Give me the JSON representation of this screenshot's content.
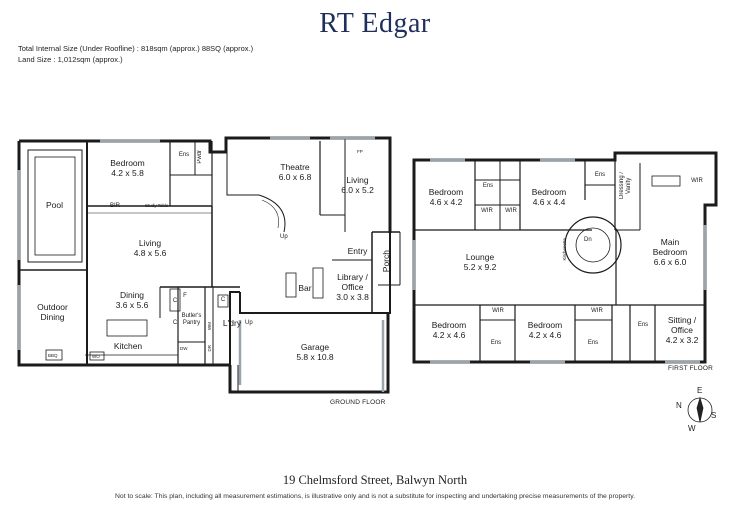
{
  "brand": "RT Edgar",
  "info": {
    "internal_size": "Total Internal Size (Under Roofline) : 818sqm (approx.) 88SQ (approx.)",
    "land_size": "Land Size : 1,012sqm (approx.)"
  },
  "ground_floor": {
    "label": "GROUND FLOOR",
    "rooms": {
      "pool": "Pool",
      "outdoor_dining": "Outdoor\nDining",
      "bedroom": "Bedroom\n4.2 x 5.8",
      "ens": "Ens",
      "pwdr": "Pwdr",
      "theatre": "Theatre\n6.0 x 6.8",
      "living_fp": "Living\n6.0 x 5.2",
      "fp": "FP",
      "bir": "BIR",
      "study_table": "Study Table",
      "living": "Living\n4.8 x 5.6",
      "entry": "Entry",
      "porch": "Porch",
      "library": "Library /\nOffice\n3.0 x 3.8",
      "bar": "Bar",
      "dining": "Dining\n3.6 x 5.6",
      "butlers_pantry": "Butler's\nPantry",
      "c1": "C",
      "c2": "C",
      "f": "F",
      "ldry": "L'dry",
      "wm": "WM",
      "dr": "DR",
      "kitchen": "Kitchen",
      "bbq": "BBQ",
      "wo": "WO",
      "dw": "DW",
      "garage": "Garage\n5.8 x 10.8",
      "up1": "Up",
      "up2": "Up"
    }
  },
  "first_floor": {
    "label": "FIRST FLOOR",
    "rooms": {
      "bedroom_a": "Bedroom\n4.6 x 4.2",
      "ens_a": "Ens",
      "wir_a": "WIR",
      "bedroom_b": "Bedroom\n4.6 x 4.4",
      "wir_b": "WIR",
      "ens_b": "Ens",
      "dressing": "Dressing /\nVanity",
      "wir_main": "WIR",
      "main_bedroom": "Main\nBedroom\n6.6 x 6.0",
      "lounge": "Lounge\n5.2 x 9.2",
      "kitchenette": "Kitchenette",
      "dn": "Dn",
      "bedroom_c": "Bedroom\n4.2 x 4.6",
      "wir_c": "WIR",
      "ens_c": "Ens",
      "bedroom_d": "Bedroom\n4.2 x 4.6",
      "wir_d": "WIR",
      "ens_d": "Ens",
      "ens_main": "Ens",
      "sitting": "Sitting /\nOffice\n4.2 x 3.2"
    }
  },
  "compass": {
    "n": "N",
    "e": "E",
    "s": "S",
    "w": "W"
  },
  "address": "19 Chelmsford Street, Balwyn North",
  "disclaimer": "Not to scale: This plan, including all measurement estimations, is illustrative only and is not a substitute for inspecting and undertaking precise measurements of the property.",
  "colors": {
    "brand": "#1f2f5c",
    "wall": "#1b1b1b",
    "window": "#9aa4ad"
  }
}
